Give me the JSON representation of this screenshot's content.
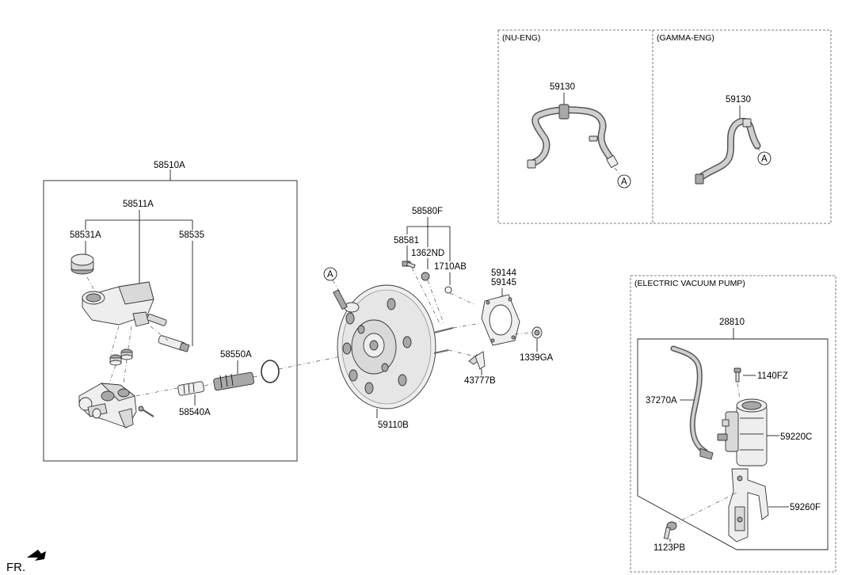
{
  "labels": {
    "l_58510A": "58510A",
    "l_58511A": "58511A",
    "l_58531A": "58531A",
    "l_58535": "58535",
    "l_58550A": "58550A",
    "l_58540A": "58540A",
    "l_58580F": "58580F",
    "l_58581": "58581",
    "l_1362ND": "1362ND",
    "l_1710AB": "1710AB",
    "l_59144": "59144",
    "l_59145": "59145",
    "l_1339GA": "1339GA",
    "l_43777B": "43777B",
    "l_59110B": "59110B",
    "l_59130_nu": "59130",
    "l_59130_gamma": "59130",
    "l_28810": "28810",
    "l_1140FZ": "1140FZ",
    "l_37270A": "37270A",
    "l_59220C": "59220C",
    "l_59260F": "59260F",
    "l_1123PB": "1123PB"
  },
  "insets": {
    "nu_eng": "(NU-ENG)",
    "gamma_eng": "(GAMMA-ENG)",
    "electric_vacuum_pump": "(ELECTRIC VACUUM PUMP)"
  },
  "markers": {
    "ref_a": "A"
  },
  "orientation": {
    "front_label": "FR."
  },
  "colors": {
    "line": "#000000",
    "part_fill": "#d9d9d9",
    "hose": "#555555"
  }
}
